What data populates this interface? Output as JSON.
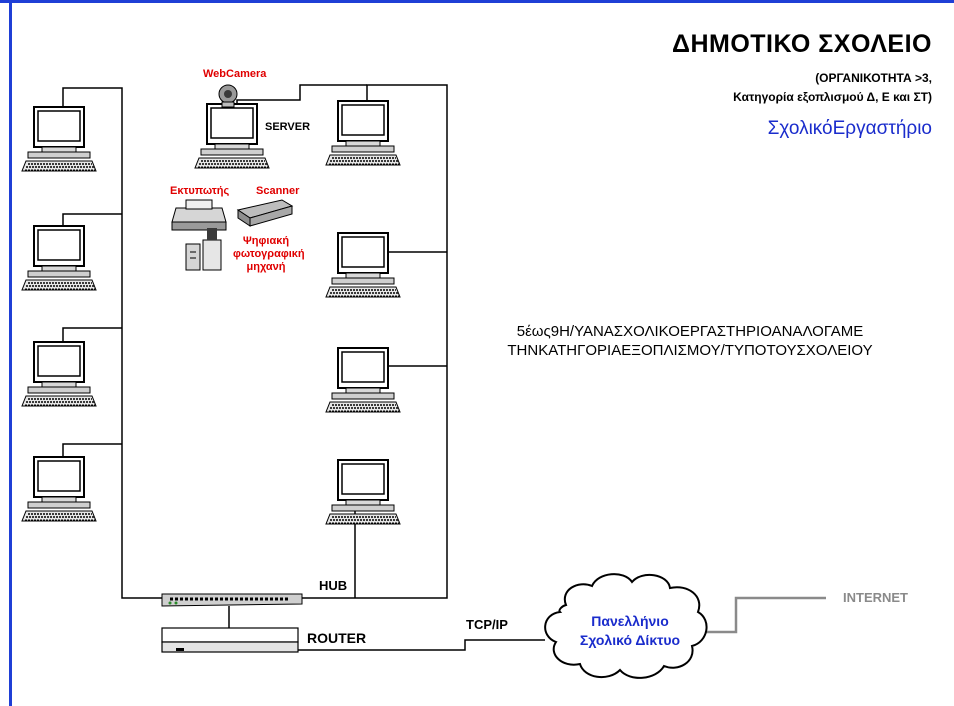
{
  "header": {
    "title": "ΔΗΜΟΤΙΚΟ ΣΧΟΛΕΙΟ",
    "subtitle_line1": "(ΟΡΓΑΝΙΚΟΤΗΤΑ >3,",
    "subtitle_line2": "Κατηγορία εξοπλισμού Δ, Ε και ΣΤ)",
    "lab_label": "ΣχολικόΕργαστήριο"
  },
  "note": {
    "line1": "5έως9Η/ΥΑΝΑΣΧΟΛΙΚΟΕΡΓΑΣΤΗΡΙΟΑΝΑΛΟΓΑΜΕ",
    "line2": "ΤΗΝΚΑΤΗΓΟΡΙΑΕΞΟΠΛΙΣΜΟΥ/ΤΥΠΟΤΟΥΣΧΟΛΕΙΟΥ"
  },
  "devices": {
    "webcam": "WebCamera",
    "server": "SERVER",
    "printer": "Εκτυπωτής",
    "scanner": "Scanner",
    "camera_line1": "Ψηφιακή",
    "camera_line2": "φωτογραφική",
    "camera_line3": "μηχανή",
    "hub": "HUB",
    "router": "ROUTER"
  },
  "network": {
    "protocol": "TCP/IP",
    "cloud_line1": "Πανελλήνιο",
    "cloud_line2": "Σχολικό Δίκτυο",
    "internet": "INTERNET"
  },
  "colors": {
    "frame": "#1f3fd6",
    "label_red": "#e00000",
    "label_blue": "#1a2ccc",
    "internet_grey": "#8a8a8a"
  }
}
